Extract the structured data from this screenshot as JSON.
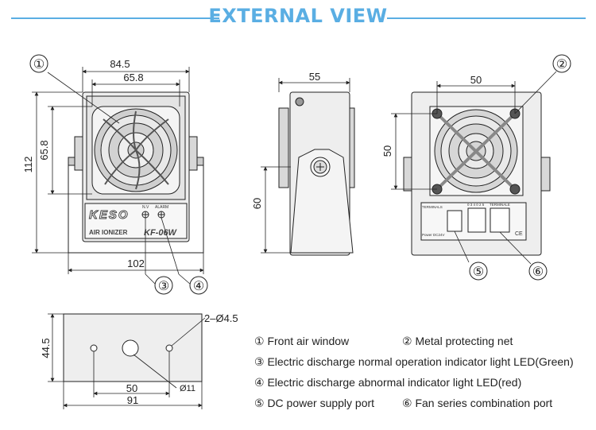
{
  "title": "EXTERNAL VIEW",
  "front_view": {
    "width_outer": "84.5",
    "width_inner": "65.8",
    "height_outer": "112",
    "height_inner": "65.8",
    "base_width": "102",
    "brand": "KESO",
    "model": "KF-06W",
    "product": "AIR IONIZER",
    "led_nv": "N.V",
    "led_alarm": "ALARM"
  },
  "side_view": {
    "depth": "55",
    "stand_height": "60"
  },
  "rear_view": {
    "hole_spacing_h": "50",
    "hole_spacing_v": "50",
    "terminal_label": "TERMINALS",
    "terminal_label_2": "TERMINALE",
    "port_code": "0 3 4 0 2 5",
    "power": "Power DC24V",
    "ce": "CE"
  },
  "bottom_view": {
    "hole_note": "2–Ø4.5",
    "depth": "44.5",
    "hole_spacing": "50",
    "total_width": "91",
    "center_hole": "Ø11"
  },
  "callouts": [
    "①",
    "②",
    "③",
    "④",
    "⑤",
    "⑥"
  ],
  "legend": {
    "item1": "① Front air window",
    "item2": "② Metal protecting net",
    "item3": "③ Electric discharge normal operation indicator light LED(Green)",
    "item4": "④ Electric discharge abnormal indicator light LED(red)",
    "item5": "⑤ DC power supply port",
    "item6": "⑥ Fan series combination port"
  },
  "colors": {
    "accent": "#5aaee3",
    "line": "#222222",
    "body": "#eeeeee"
  }
}
